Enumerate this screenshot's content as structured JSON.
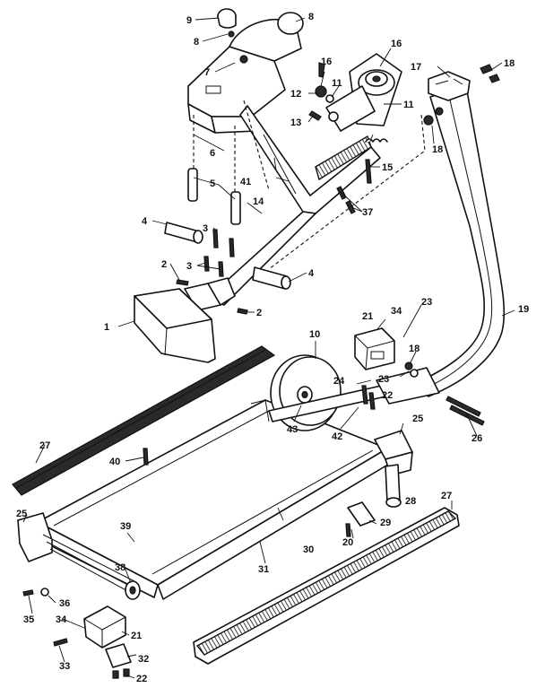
{
  "callouts": [
    {
      "id": "c1",
      "text": "1"
    },
    {
      "id": "c2a",
      "text": "2"
    },
    {
      "id": "c2b",
      "text": "2"
    },
    {
      "id": "c3a",
      "text": "3"
    },
    {
      "id": "c3b",
      "text": "3"
    },
    {
      "id": "c4a",
      "text": "4"
    },
    {
      "id": "c4b",
      "text": "4"
    },
    {
      "id": "c5",
      "text": "5"
    },
    {
      "id": "c6",
      "text": "6"
    },
    {
      "id": "c7",
      "text": "7"
    },
    {
      "id": "c8a",
      "text": "8"
    },
    {
      "id": "c8b",
      "text": "8"
    },
    {
      "id": "c9",
      "text": "9"
    },
    {
      "id": "c10",
      "text": "10"
    },
    {
      "id": "c11a",
      "text": "11"
    },
    {
      "id": "c11b",
      "text": "11"
    },
    {
      "id": "c12",
      "text": "12"
    },
    {
      "id": "c13",
      "text": "13"
    },
    {
      "id": "c14",
      "text": "14"
    },
    {
      "id": "c15",
      "text": "15"
    },
    {
      "id": "c16a",
      "text": "16"
    },
    {
      "id": "c16b",
      "text": "16"
    },
    {
      "id": "c17",
      "text": "17"
    },
    {
      "id": "c18a",
      "text": "18"
    },
    {
      "id": "c18b",
      "text": "18"
    },
    {
      "id": "c18c",
      "text": "18"
    },
    {
      "id": "c19",
      "text": "19"
    },
    {
      "id": "c20",
      "text": "20"
    },
    {
      "id": "c21a",
      "text": "21"
    },
    {
      "id": "c21b",
      "text": "21"
    },
    {
      "id": "c22a",
      "text": "22"
    },
    {
      "id": "c22b",
      "text": "22"
    },
    {
      "id": "c23a",
      "text": "23"
    },
    {
      "id": "c23b",
      "text": "23"
    },
    {
      "id": "c24",
      "text": "24"
    },
    {
      "id": "c25a",
      "text": "25"
    },
    {
      "id": "c25b",
      "text": "25"
    },
    {
      "id": "c26",
      "text": "26"
    },
    {
      "id": "c27a",
      "text": "27"
    },
    {
      "id": "c27b",
      "text": "27"
    },
    {
      "id": "c28",
      "text": "28"
    },
    {
      "id": "c29",
      "text": "29"
    },
    {
      "id": "c30",
      "text": "30"
    },
    {
      "id": "c31",
      "text": "31"
    },
    {
      "id": "c32",
      "text": "32"
    },
    {
      "id": "c33",
      "text": "33"
    },
    {
      "id": "c34a",
      "text": "34"
    },
    {
      "id": "c34b",
      "text": "34"
    },
    {
      "id": "c35",
      "text": "35"
    },
    {
      "id": "c36",
      "text": "36"
    },
    {
      "id": "c37",
      "text": "37"
    },
    {
      "id": "c38",
      "text": "38"
    },
    {
      "id": "c39",
      "text": "39"
    },
    {
      "id": "c40",
      "text": "40"
    },
    {
      "id": "c41",
      "text": "41"
    },
    {
      "id": "c42",
      "text": "42"
    },
    {
      "id": "c43",
      "text": "43"
    }
  ]
}
